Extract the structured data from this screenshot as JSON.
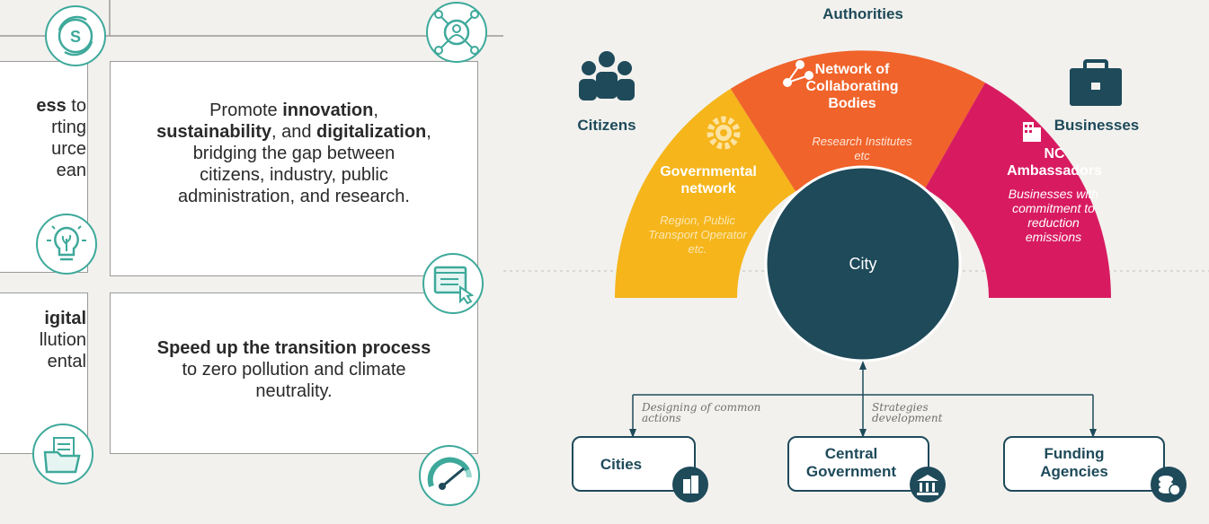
{
  "left": {
    "card_a": {
      "line1_bold": "ess",
      "line1_tail": " to",
      "line2": "rting",
      "line3": "urce",
      "line4": "ean"
    },
    "card_b": {
      "p1": "Promote ",
      "b1": "innovation",
      "p2": ",",
      "b2": "sustainability",
      "p3": ", and ",
      "b3": "digitalization",
      "p4": ",",
      "line3": "bridging the gap between",
      "line4": "citizens, industry, public",
      "line5": "administration, and research."
    },
    "card_c": {
      "line1_bold": "igital",
      "line2": "llution",
      "line3": "ental"
    },
    "card_d": {
      "line1_bold": "Speed up the transition process",
      "line2": "to zero pollution and climate",
      "line3": "neutrality."
    }
  },
  "diagram": {
    "top_label": "Authorities",
    "citizens": "Citizens",
    "businesses": "Businesses",
    "center": "City",
    "segments": {
      "gov": {
        "title1": "Governmental",
        "title2": "network",
        "it1": "Region, Public",
        "it2": "Transport Operator",
        "it3": "etc."
      },
      "net": {
        "title1": "Network of",
        "title2": "Collaborating",
        "title3": "Bodies",
        "it1": "Research Institutes",
        "it2": "etc"
      },
      "nc": {
        "title1": "NC",
        "title2": "Ambassadors",
        "it1": "Businesses with",
        "it2": "commitment to",
        "it3": "reduction",
        "it4": "emissions"
      }
    },
    "annotations": {
      "left1": "Designing of common",
      "left2": "actions",
      "right1": "Strategies",
      "right2": "development"
    },
    "boxes": {
      "cities": "Cities",
      "central1": "Central",
      "central2": "Government",
      "funding1": "Funding",
      "funding2": "Agencies"
    },
    "colors": {
      "navy": "#1e4a5a",
      "yellow": "#f5b51b",
      "orange": "#f0632a",
      "magenta": "#d81b60",
      "teal": "#3ea99b"
    }
  }
}
